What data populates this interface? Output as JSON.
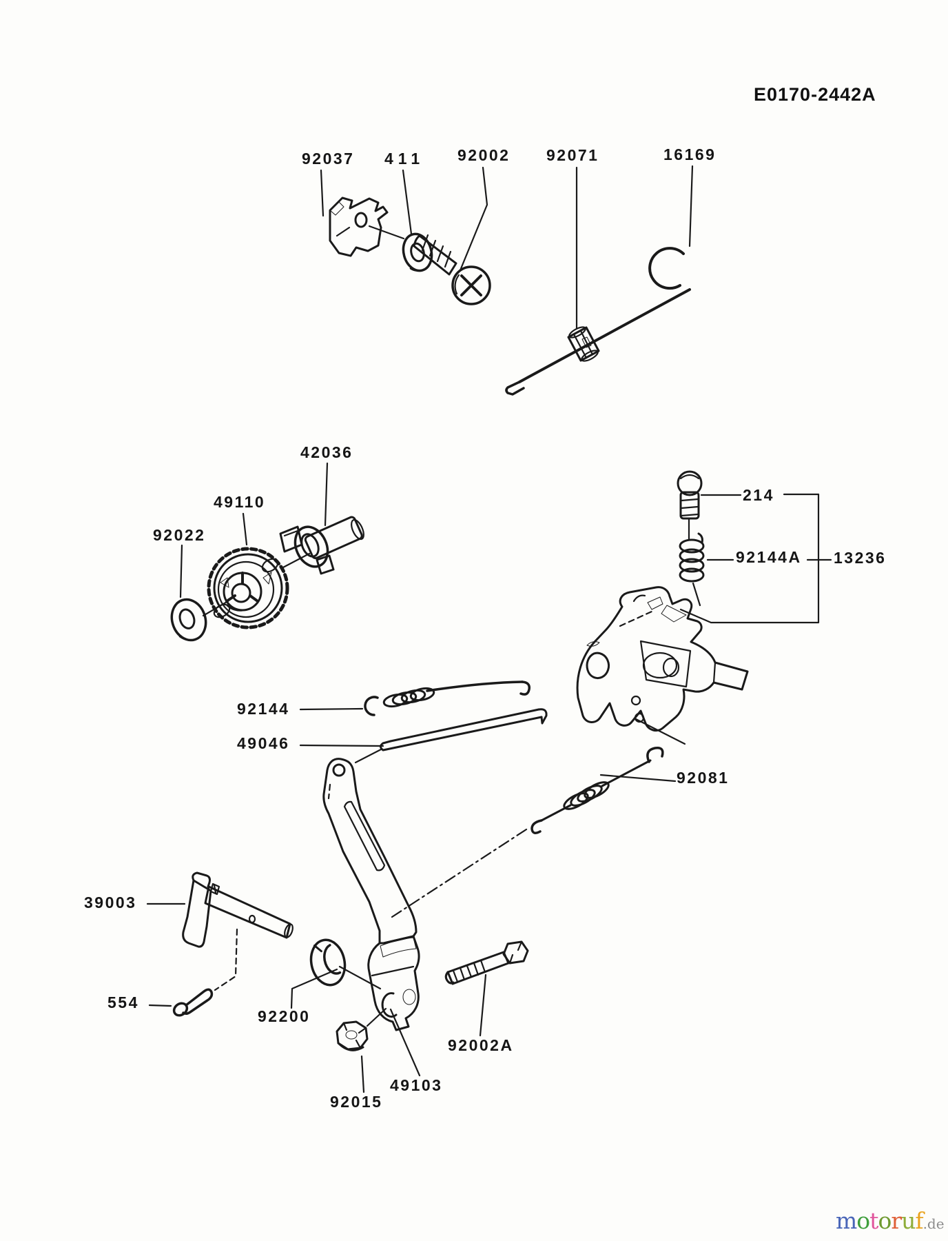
{
  "document": {
    "diagram_code": "E0170-2442A"
  },
  "part_labels": {
    "n92037": "92037",
    "n411": "411",
    "n92002": "92002",
    "n92071": "92071",
    "n16169": "16169",
    "n42036": "42036",
    "n49110": "49110",
    "n92022": "92022",
    "n214": "214",
    "n92144A": "92144A",
    "n13236": "13236",
    "n92144": "92144",
    "n49046": "49046",
    "n92081": "92081",
    "n39003": "39003",
    "n554": "554",
    "n92200": "92200",
    "n92015": "92015",
    "n49103": "49103",
    "n92002A": "92002A"
  },
  "watermark": {
    "letters": [
      {
        "ch": "m",
        "css": "color:#4a66b8"
      },
      {
        "ch": "o",
        "css": "color:#3f9f3c"
      },
      {
        "ch": "t",
        "css": "color:#e0559c"
      },
      {
        "ch": "o",
        "css": "color:#6f9a30"
      },
      {
        "ch": "r",
        "css": "color:#e06038"
      },
      {
        "ch": "u",
        "css": "color:#8fae3a"
      },
      {
        "ch": "f",
        "css": "color:#eaa31e"
      }
    ],
    "tld": ".de",
    "tld_css": "color:#8c8c8c"
  },
  "colors": {
    "line": "#1a1a1a",
    "background": "#fdfdfb",
    "label_text": "#151515"
  }
}
